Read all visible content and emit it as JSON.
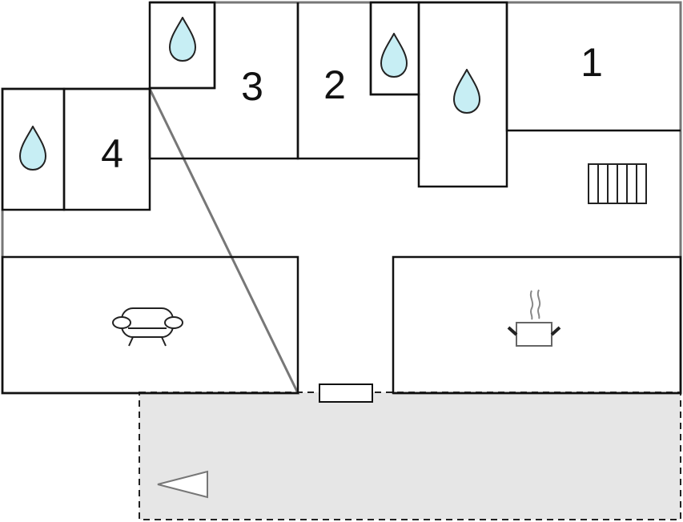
{
  "floorplan": {
    "rooms": {
      "bedroom_1": {
        "number": "1"
      },
      "bedroom_2": {
        "number": "2"
      },
      "bedroom_3": {
        "number": "3"
      },
      "bedroom_4": {
        "number": "4"
      }
    },
    "icons": {
      "bathroom": "water-drop-icon",
      "living_room": "sofa-icon",
      "kitchen": "cooking-pot-icon",
      "stairs": "stairs-icon",
      "terrace_direction": "triangle-arrow-icon"
    },
    "colors": {
      "walls": "#111111",
      "outer_wall": "#777777",
      "water_drop_fill": "#c7eef4",
      "terrace_fill": "#e6e6e6"
    }
  }
}
